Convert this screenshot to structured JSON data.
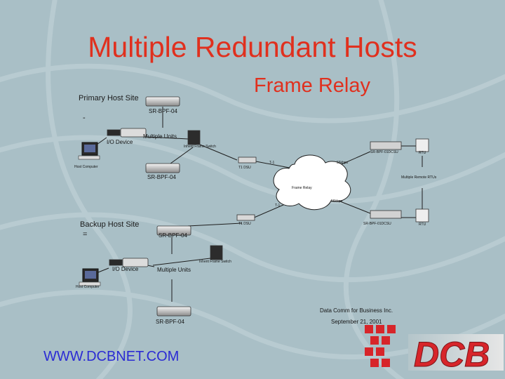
{
  "slide": {
    "title": "Multiple Redundant Hosts",
    "subtitle": "Frame Relay",
    "website": "WWW.DCBNET.COM",
    "company": "Data Comm for Business Inc.",
    "date": "September 21, 2001",
    "logo_text": "DCB"
  },
  "primary_site": {
    "label": "Primary Host Site",
    "marker": "-",
    "srbpf_label": "SR-BPF-04",
    "multiple_units": "Multiple Units",
    "io_device": "I/O Device",
    "host_computer": "Host Computer",
    "switch": "Inherit Frame Switch",
    "srbpf_lower": "SR-BPF-04",
    "t1dsu": "T1 DSU",
    "t1": "T-1"
  },
  "backup_site": {
    "label": "Backup Host Site",
    "marker": "=",
    "srbpf_label": "SR-BPF-04",
    "t1dsu": "T1 DSU",
    "switch": "Inherit Frame Switch",
    "io_device": "I/O Device",
    "multiple_units": "Multiple Units",
    "host_computer": "Host Computer",
    "srbpf_bottom": "SR-BPF-04"
  },
  "network": {
    "frame_relay": "Frame Relay",
    "speed_top": "56kbps",
    "speed_bottom": "56kbps",
    "t1": "T-1",
    "csu_top": "SR-BPF-01DCSU",
    "rtu_top": "RTU",
    "csu_bottom": "SR-BPF-01DCSU",
    "rtu_bottom": "RTU",
    "remote_rtus": "Multiple Remote RTUs"
  }
}
